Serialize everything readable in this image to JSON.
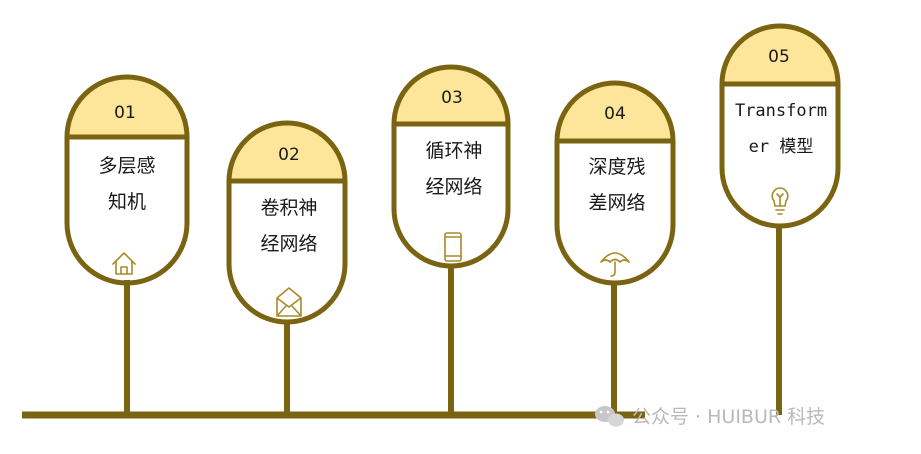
{
  "colors": {
    "accent": "#7a6412",
    "header_fill": "#fde59a",
    "icon": "#a88a2a",
    "background": "#ffffff"
  },
  "milestones": [
    {
      "number": "01",
      "lines": [
        "多层感",
        "知机"
      ],
      "icon": "house-icon",
      "mono": false
    },
    {
      "number": "02",
      "lines": [
        "卷积神",
        "经网络"
      ],
      "icon": "envelope-icon",
      "mono": false
    },
    {
      "number": "03",
      "lines": [
        "循环神",
        "经网络"
      ],
      "icon": "phone-icon",
      "mono": false
    },
    {
      "number": "04",
      "lines": [
        "深度残",
        "差网络"
      ],
      "icon": "umbrella-icon",
      "mono": false
    },
    {
      "number": "05",
      "lines": [
        "Transform",
        "er 模型"
      ],
      "icon": "lightbulb-icon",
      "mono": true
    }
  ],
  "watermark": {
    "text": "公众号 · HUIBUR 科技",
    "icon": "wechat-icon"
  }
}
